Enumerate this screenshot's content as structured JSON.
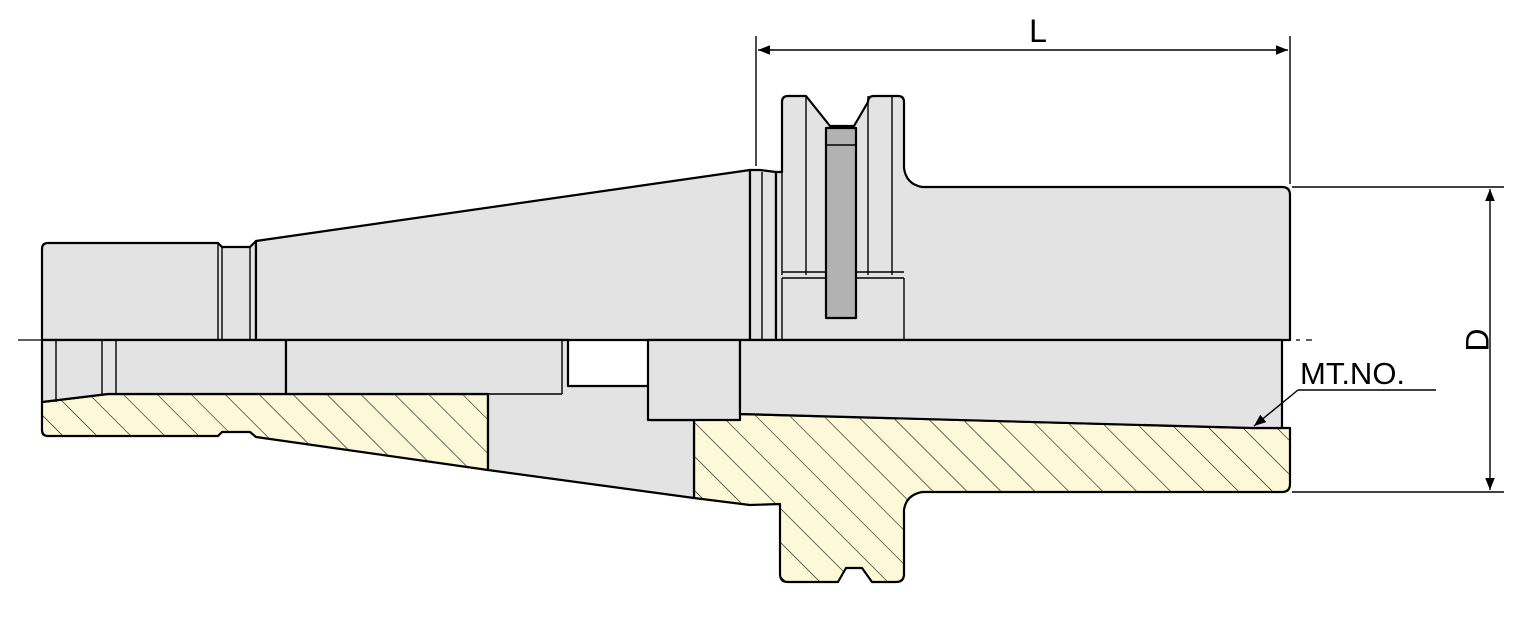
{
  "dimensions": {
    "length_label": "L",
    "diameter_label": "D",
    "taper_label": "MT.NO."
  },
  "colors": {
    "body": "#e3e3e3",
    "slot": "#b2b2b2",
    "section": "#fdf8d7",
    "line": "#000000",
    "background": "#ffffff"
  }
}
